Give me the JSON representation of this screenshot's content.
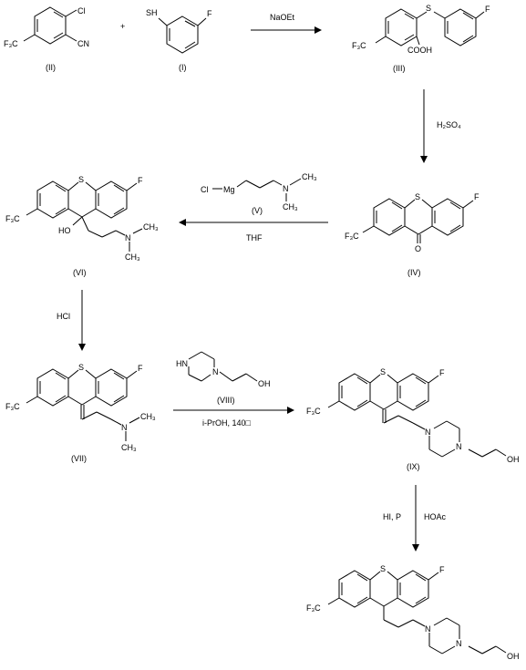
{
  "compounds": [
    {
      "label": "(II)",
      "atoms": {
        "cl": "Cl",
        "cn": "CN",
        "cf3": "F₃C"
      }
    },
    {
      "label": "(I)",
      "atoms": {
        "sh": "SH",
        "f": "F"
      }
    },
    {
      "label": "(III)",
      "atoms": {
        "s": "S",
        "f": "F",
        "cf3": "F₃C",
        "cooh": "COOH"
      }
    },
    {
      "label": "(IV)",
      "atoms": {
        "s": "S",
        "f": "F",
        "cf3": "F₃C",
        "o": "O"
      }
    },
    {
      "label": "(V)",
      "atoms": {
        "cl": "Cl",
        "mg": "Mg",
        "n": "N",
        "me1": "CH₃",
        "me2": "CH₃"
      }
    },
    {
      "label": "(VI)",
      "atoms": {
        "s": "S",
        "f": "F",
        "cf3": "F₃C",
        "ho": "HO",
        "n": "N",
        "me1": "CH₃",
        "me2": "CH₃"
      }
    },
    {
      "label": "(VII)",
      "atoms": {
        "s": "S",
        "f": "F",
        "cf3": "F₃C",
        "n": "N",
        "me1": "CH₃",
        "me2": "CH₃"
      }
    },
    {
      "label": "(VIII)",
      "atoms": {
        "hn": "HN",
        "n": "N",
        "oh": "OH"
      }
    },
    {
      "label": "(IX)",
      "atoms": {
        "s": "S",
        "f": "F",
        "cf3": "F₃C",
        "n1": "N",
        "n2": "N",
        "oh": "OH"
      }
    },
    {
      "label": "",
      "atoms": {
        "s": "S",
        "f": "F",
        "cf3": "F₃C",
        "n1": "N",
        "n2": "N",
        "oh": "OH"
      }
    }
  ],
  "plus": "+",
  "reagents": {
    "step1": "NaOEt",
    "step2": "H₂SO₄",
    "step3": "THF",
    "step4": "HCl",
    "step5": "i-PrOH, 140□",
    "step6a": "HI, P",
    "step6b": "HOAc"
  }
}
